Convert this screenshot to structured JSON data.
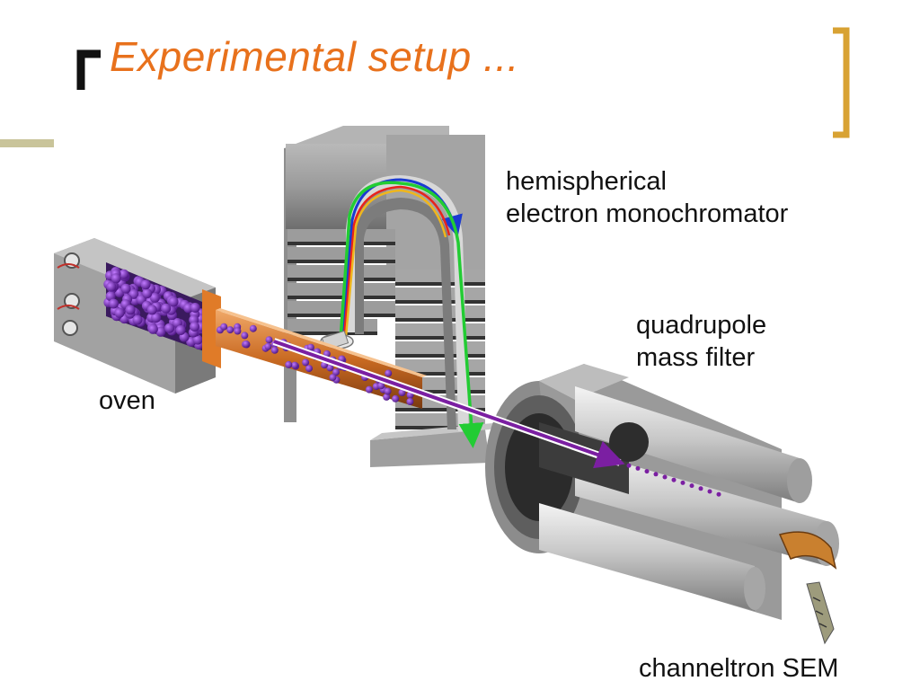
{
  "title": "Experimental setup ...",
  "labels": {
    "monochromator": [
      "hemispherical",
      "electron monochromator"
    ],
    "quadrupole": [
      "quadrupole",
      "mass filter"
    ],
    "oven": "oven",
    "detector": "channeltron SEM"
  },
  "colors": {
    "title": "#e8711c",
    "accent_bar": "#c9c49a",
    "bracket": "#d8a233",
    "bracket_left": "#111111",
    "atoms": "#7a2fc4",
    "oven_tube": "#d9843a",
    "ion_beam": "#7b1fa2",
    "electron_path": "#22cc33",
    "metal": "#9a9a9a"
  }
}
